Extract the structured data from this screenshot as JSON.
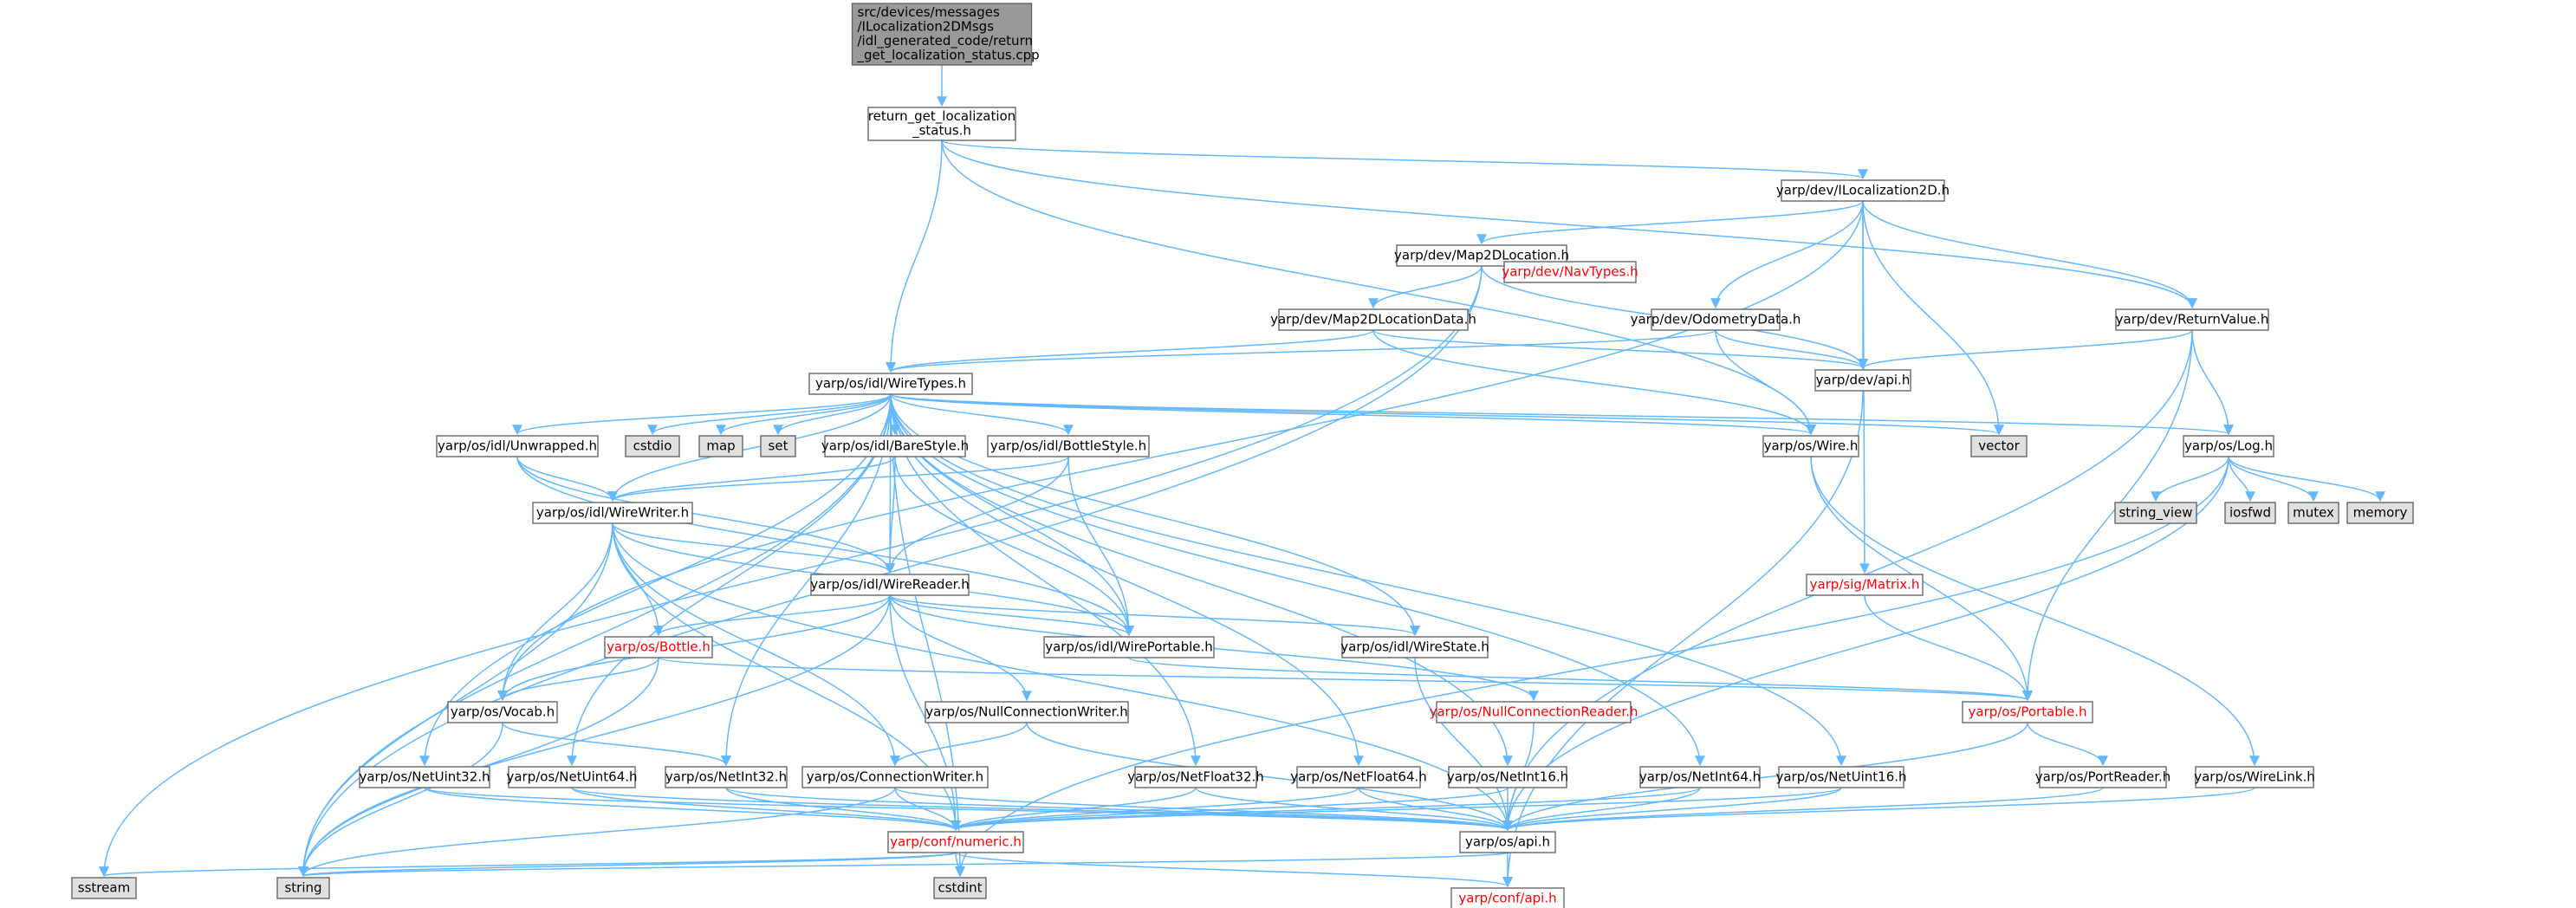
{
  "colors": {
    "edge": "#63b8ff",
    "root_fill": "#999999",
    "node_fill": "#ffffff",
    "system_fill": "#e0e0e0",
    "missing_text": "#ff0000",
    "border": "#666666"
  },
  "nodes": [
    {
      "id": "root",
      "lines": [
        "src/devices/messages",
        "/ILocalization2DMsgs",
        "/idl_generated_code/return",
        "_get_localization_status.cpp"
      ],
      "kind": "root"
    },
    {
      "id": "rgls",
      "lines": [
        "return_get_localization",
        "_status.h"
      ],
      "kind": "file"
    },
    {
      "id": "iloc",
      "lines": [
        "yarp/dev/ILocalization2D.h"
      ],
      "kind": "file"
    },
    {
      "id": "map2d",
      "lines": [
        "yarp/dev/Map2DLocation.h"
      ],
      "kind": "file"
    },
    {
      "id": "m2dld",
      "lines": [
        "yarp/dev/Map2DLocationData.h"
      ],
      "kind": "file"
    },
    {
      "id": "navt",
      "lines": [
        "yarp/dev/NavTypes.h"
      ],
      "kind": "missing"
    },
    {
      "id": "odom",
      "lines": [
        "yarp/dev/OdometryData.h"
      ],
      "kind": "file"
    },
    {
      "id": "retval",
      "lines": [
        "yarp/dev/ReturnValue.h"
      ],
      "kind": "file"
    },
    {
      "id": "devapi",
      "lines": [
        "yarp/dev/api.h"
      ],
      "kind": "file"
    },
    {
      "id": "wtypes",
      "lines": [
        "yarp/os/idl/WireTypes.h"
      ],
      "kind": "file"
    },
    {
      "id": "cstdio",
      "lines": [
        "cstdio"
      ],
      "kind": "system"
    },
    {
      "id": "map",
      "lines": [
        "map"
      ],
      "kind": "system"
    },
    {
      "id": "set",
      "lines": [
        "set"
      ],
      "kind": "system"
    },
    {
      "id": "wire",
      "lines": [
        "yarp/os/Wire.h"
      ],
      "kind": "file"
    },
    {
      "id": "vector",
      "lines": [
        "vector"
      ],
      "kind": "system"
    },
    {
      "id": "log",
      "lines": [
        "yarp/os/Log.h"
      ],
      "kind": "file"
    },
    {
      "id": "strview",
      "lines": [
        "string_view"
      ],
      "kind": "system"
    },
    {
      "id": "iosfwd",
      "lines": [
        "iosfwd"
      ],
      "kind": "system"
    },
    {
      "id": "mutex",
      "lines": [
        "mutex"
      ],
      "kind": "system"
    },
    {
      "id": "memory",
      "lines": [
        "memory"
      ],
      "kind": "system"
    },
    {
      "id": "unwr",
      "lines": [
        "yarp/os/idl/Unwrapped.h"
      ],
      "kind": "file"
    },
    {
      "id": "bare",
      "lines": [
        "yarp/os/idl/BareStyle.h"
      ],
      "kind": "file"
    },
    {
      "id": "bstyle",
      "lines": [
        "yarp/os/idl/BottleStyle.h"
      ],
      "kind": "file"
    },
    {
      "id": "wwriter",
      "lines": [
        "yarp/os/idl/WireWriter.h"
      ],
      "kind": "file"
    },
    {
      "id": "wreader",
      "lines": [
        "yarp/os/idl/WireReader.h"
      ],
      "kind": "file"
    },
    {
      "id": "matrix",
      "lines": [
        "yarp/sig/Matrix.h"
      ],
      "kind": "missing"
    },
    {
      "id": "bottle",
      "lines": [
        "yarp/os/Bottle.h"
      ],
      "kind": "missing"
    },
    {
      "id": "wport",
      "lines": [
        "yarp/os/idl/WirePortable.h"
      ],
      "kind": "file"
    },
    {
      "id": "wstate",
      "lines": [
        "yarp/os/idl/WireState.h"
      ],
      "kind": "file"
    },
    {
      "id": "vocab",
      "lines": [
        "yarp/os/Vocab.h"
      ],
      "kind": "file"
    },
    {
      "id": "ncw",
      "lines": [
        "yarp/os/NullConnectionWriter.h"
      ],
      "kind": "file"
    },
    {
      "id": "ncr",
      "lines": [
        "yarp/os/NullConnectionReader.h"
      ],
      "kind": "missing"
    },
    {
      "id": "portable",
      "lines": [
        "yarp/os/Portable.h"
      ],
      "kind": "missing"
    },
    {
      "id": "nu32",
      "lines": [
        "yarp/os/NetUint32.h"
      ],
      "kind": "file"
    },
    {
      "id": "nu64",
      "lines": [
        "yarp/os/NetUint64.h"
      ],
      "kind": "file"
    },
    {
      "id": "ni32",
      "lines": [
        "yarp/os/NetInt32.h"
      ],
      "kind": "file"
    },
    {
      "id": "cw",
      "lines": [
        "yarp/os/ConnectionWriter.h"
      ],
      "kind": "file"
    },
    {
      "id": "nf32",
      "lines": [
        "yarp/os/NetFloat32.h"
      ],
      "kind": "file"
    },
    {
      "id": "nf64",
      "lines": [
        "yarp/os/NetFloat64.h"
      ],
      "kind": "file"
    },
    {
      "id": "ni16",
      "lines": [
        "yarp/os/NetInt16.h"
      ],
      "kind": "file"
    },
    {
      "id": "ni64",
      "lines": [
        "yarp/os/NetInt64.h"
      ],
      "kind": "file"
    },
    {
      "id": "nu16",
      "lines": [
        "yarp/os/NetUint16.h"
      ],
      "kind": "file"
    },
    {
      "id": "preader",
      "lines": [
        "yarp/os/PortReader.h"
      ],
      "kind": "file"
    },
    {
      "id": "wlink",
      "lines": [
        "yarp/os/WireLink.h"
      ],
      "kind": "file"
    },
    {
      "id": "numeric",
      "lines": [
        "yarp/conf/numeric.h"
      ],
      "kind": "missing"
    },
    {
      "id": "osapi",
      "lines": [
        "yarp/os/api.h"
      ],
      "kind": "file"
    },
    {
      "id": "sstream",
      "lines": [
        "sstream"
      ],
      "kind": "system"
    },
    {
      "id": "string",
      "lines": [
        "string"
      ],
      "kind": "system"
    },
    {
      "id": "cstdint",
      "lines": [
        "cstdint"
      ],
      "kind": "system"
    },
    {
      "id": "confapi",
      "lines": [
        "yarp/conf/api.h"
      ],
      "kind": "missing"
    }
  ],
  "edges": [
    [
      "root",
      "rgls"
    ],
    [
      "rgls",
      "iloc"
    ],
    [
      "rgls",
      "retval"
    ],
    [
      "rgls",
      "wtypes"
    ],
    [
      "rgls",
      "wire"
    ],
    [
      "iloc",
      "map2d"
    ],
    [
      "iloc",
      "odom"
    ],
    [
      "iloc",
      "retval"
    ],
    [
      "iloc",
      "devapi"
    ],
    [
      "iloc",
      "vector"
    ],
    [
      "iloc",
      "matrix"
    ],
    [
      "iloc",
      "vocab"
    ],
    [
      "map2d",
      "m2dld"
    ],
    [
      "map2d",
      "navt"
    ],
    [
      "map2d",
      "devapi"
    ],
    [
      "map2d",
      "string"
    ],
    [
      "map2d",
      "sstream"
    ],
    [
      "m2dld",
      "wtypes"
    ],
    [
      "m2dld",
      "wire"
    ],
    [
      "m2dld",
      "devapi"
    ],
    [
      "odom",
      "wtypes"
    ],
    [
      "odom",
      "wire"
    ],
    [
      "odom",
      "devapi"
    ],
    [
      "retval",
      "devapi"
    ],
    [
      "retval",
      "log"
    ],
    [
      "retval",
      "portable"
    ],
    [
      "retval",
      "osapi"
    ],
    [
      "devapi",
      "confapi"
    ],
    [
      "wtypes",
      "cstdio"
    ],
    [
      "wtypes",
      "map"
    ],
    [
      "wtypes",
      "set"
    ],
    [
      "wtypes",
      "wire"
    ],
    [
      "wtypes",
      "vector"
    ],
    [
      "wtypes",
      "log"
    ],
    [
      "wtypes",
      "unwr"
    ],
    [
      "wtypes",
      "bare"
    ],
    [
      "wtypes",
      "bstyle"
    ],
    [
      "wtypes",
      "wwriter"
    ],
    [
      "wtypes",
      "wreader"
    ],
    [
      "wtypes",
      "wport"
    ],
    [
      "wtypes",
      "wstate"
    ],
    [
      "wtypes",
      "nu32"
    ],
    [
      "wtypes",
      "nu64"
    ],
    [
      "wtypes",
      "ni32"
    ],
    [
      "wtypes",
      "nf32"
    ],
    [
      "wtypes",
      "nf64"
    ],
    [
      "wtypes",
      "ni16"
    ],
    [
      "wtypes",
      "ni64"
    ],
    [
      "wtypes",
      "nu16"
    ],
    [
      "wtypes",
      "string"
    ],
    [
      "wtypes",
      "cstdint"
    ],
    [
      "wire",
      "portable"
    ],
    [
      "wire",
      "wlink"
    ],
    [
      "log",
      "strview"
    ],
    [
      "log",
      "iosfwd"
    ],
    [
      "log",
      "mutex"
    ],
    [
      "log",
      "memory"
    ],
    [
      "log",
      "osapi"
    ],
    [
      "log",
      "cstdint"
    ],
    [
      "unwr",
      "wwriter"
    ],
    [
      "unwr",
      "wreader"
    ],
    [
      "unwr",
      "wport"
    ],
    [
      "bare",
      "wwriter"
    ],
    [
      "bare",
      "wreader"
    ],
    [
      "bare",
      "wport"
    ],
    [
      "bstyle",
      "wwriter"
    ],
    [
      "bstyle",
      "wreader"
    ],
    [
      "bstyle",
      "wport"
    ],
    [
      "wwriter",
      "wreader"
    ],
    [
      "wwriter",
      "wport"
    ],
    [
      "wwriter",
      "bottle"
    ],
    [
      "wwriter",
      "vocab"
    ],
    [
      "wwriter",
      "cw"
    ],
    [
      "wwriter",
      "numeric"
    ],
    [
      "wwriter",
      "string"
    ],
    [
      "wwriter",
      "osapi"
    ],
    [
      "wreader",
      "wport"
    ],
    [
      "wreader",
      "wstate"
    ],
    [
      "wreader",
      "bottle"
    ],
    [
      "wreader",
      "vocab"
    ],
    [
      "wreader",
      "ncw"
    ],
    [
      "wreader",
      "ncr"
    ],
    [
      "wreader",
      "numeric"
    ],
    [
      "wreader",
      "string"
    ],
    [
      "matrix",
      "portable"
    ],
    [
      "bottle",
      "vocab"
    ],
    [
      "bottle",
      "portable"
    ],
    [
      "bottle",
      "string"
    ],
    [
      "wport",
      "portable"
    ],
    [
      "wstate",
      "osapi"
    ],
    [
      "vocab",
      "ni32"
    ],
    [
      "vocab",
      "string"
    ],
    [
      "ncw",
      "cw"
    ],
    [
      "ncw",
      "osapi"
    ],
    [
      "ncr",
      "osapi"
    ],
    [
      "portable",
      "preader"
    ],
    [
      "portable",
      "osapi"
    ],
    [
      "nu32",
      "numeric"
    ],
    [
      "nu32",
      "osapi"
    ],
    [
      "nu64",
      "numeric"
    ],
    [
      "nu64",
      "osapi"
    ],
    [
      "ni32",
      "numeric"
    ],
    [
      "ni32",
      "osapi"
    ],
    [
      "cw",
      "numeric"
    ],
    [
      "cw",
      "osapi"
    ],
    [
      "cw",
      "string"
    ],
    [
      "nf32",
      "numeric"
    ],
    [
      "nf32",
      "osapi"
    ],
    [
      "nf64",
      "numeric"
    ],
    [
      "nf64",
      "osapi"
    ],
    [
      "ni16",
      "numeric"
    ],
    [
      "ni16",
      "osapi"
    ],
    [
      "ni64",
      "numeric"
    ],
    [
      "ni64",
      "osapi"
    ],
    [
      "nu16",
      "numeric"
    ],
    [
      "nu16",
      "osapi"
    ],
    [
      "preader",
      "osapi"
    ],
    [
      "wlink",
      "osapi"
    ],
    [
      "numeric",
      "sstream"
    ],
    [
      "numeric",
      "string"
    ],
    [
      "numeric",
      "cstdint"
    ],
    [
      "numeric",
      "confapi"
    ],
    [
      "osapi",
      "confapi"
    ],
    [
      "osapi",
      "string"
    ]
  ]
}
